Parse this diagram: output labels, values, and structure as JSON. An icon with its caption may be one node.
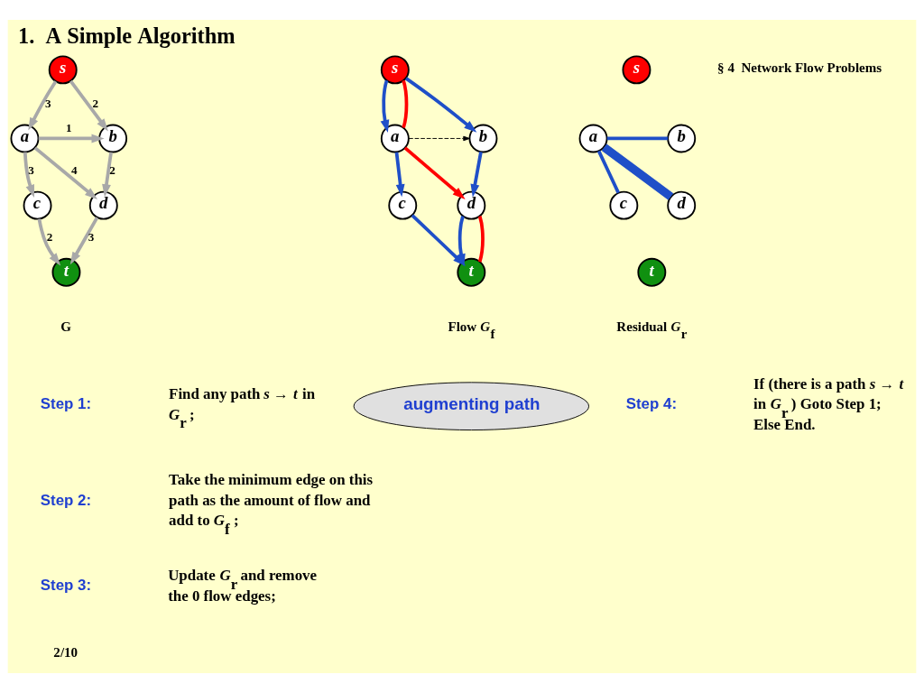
{
  "diagram": {
    "title": "1.  A Simple Algorithm",
    "nodes": [
      {
        "text": [
          "s"
        ]
      },
      {
        "text": [
          "a"
        ]
      },
      {
        "text": [
          "b"
        ]
      },
      {
        "text": [
          "c"
        ]
      },
      {
        "text": [
          "d"
        ]
      },
      {
        "text": [
          "t"
        ]
      },
      {
        "text": [
          "s"
        ]
      },
      {
        "text": [
          "a"
        ]
      },
      {
        "text": [
          "b"
        ]
      },
      {
        "text": [
          "c"
        ]
      },
      {
        "text": [
          "d"
        ]
      },
      {
        "text": [
          "t"
        ]
      },
      {
        "text": [
          "s"
        ]
      },
      {
        "text": [
          "a"
        ]
      },
      {
        "text": [
          "b"
        ]
      },
      {
        "text": [
          "c"
        ]
      },
      {
        "text": [
          "d"
        ]
      },
      {
        "text": [
          "t"
        ]
      },
      {
        "text": [
          "augmenting path"
        ]
      }
    ],
    "edges": [
      {
        "from": 0,
        "to": 1,
        "arrow": "to",
        "label": "3",
        "color": "#a8a8a8"
      },
      {
        "from": 0,
        "to": 2,
        "arrow": "to",
        "label": "2",
        "color": "#a8a8a8"
      },
      {
        "from": 1,
        "to": 2,
        "arrow": "to",
        "label": "1",
        "color": "#a8a8a8"
      },
      {
        "from": 1,
        "to": 3,
        "arrow": "to",
        "label": "3",
        "color": "#a8a8a8"
      },
      {
        "from": 1,
        "to": 4,
        "arrow": "to",
        "label": "4",
        "color": "#a8a8a8"
      },
      {
        "from": 2,
        "to": 4,
        "arrow": "to",
        "label": "2",
        "color": "#a8a8a8"
      },
      {
        "from": 3,
        "to": 5,
        "arrow": "to",
        "label": "2",
        "color": "#a8a8a8"
      },
      {
        "from": 4,
        "to": 5,
        "arrow": "to",
        "label": "3",
        "color": "#a8a8a8"
      },
      {
        "from": 6,
        "to": 7,
        "arrow": "to",
        "color": "#1f4fc8"
      },
      {
        "from": 6,
        "to": 7,
        "arrow": "none",
        "color": "#ff0000"
      },
      {
        "from": 6,
        "to": 8,
        "arrow": "to",
        "color": "#1f4fc8"
      },
      {
        "from": 7,
        "to": 8,
        "arrow": "to",
        "style": "dashed",
        "color": "#000000"
      },
      {
        "from": 7,
        "to": 9,
        "arrow": "to",
        "color": "#1f4fc8"
      },
      {
        "from": 7,
        "to": 10,
        "arrow": "to",
        "color": "#ff0000"
      },
      {
        "from": 8,
        "to": 10,
        "arrow": "to",
        "color": "#1f4fc8"
      },
      {
        "from": 9,
        "to": 11,
        "arrow": "to",
        "color": "#1f4fc8"
      },
      {
        "from": 10,
        "to": 11,
        "arrow": "to",
        "color": "#1f4fc8"
      },
      {
        "from": 10,
        "to": 11,
        "arrow": "none",
        "color": "#ff0000"
      },
      {
        "from": 13,
        "to": 14,
        "arrow": "none",
        "color": "#1f4fc8"
      },
      {
        "from": 13,
        "to": 15,
        "arrow": "none",
        "color": "#1f4fc8"
      },
      {
        "from": 13,
        "to": 16,
        "arrow": "none",
        "style": "thick",
        "color": "#1f4fc8"
      }
    ],
    "labels": [
      "§ 4  Network Flow Problems",
      "G",
      "Flow *G*$_{f}$",
      "Residual *G*$_{r}$",
      "Step 1:",
      "Find any path *s* → *t* in *G*$_{r}$ ;",
      "Step 2:",
      "Take the minimum edge on this path as the amount of flow and add to *G*$_{f}$ ;",
      "Step 3:",
      "Update *G*$_{r}$ and remove the 0 flow edges;",
      "Step 4:",
      "If (there is a path *s* → *t* in *G*$_{r}$ ) Goto Step 1; Else End.",
      "2/10"
    ]
  }
}
